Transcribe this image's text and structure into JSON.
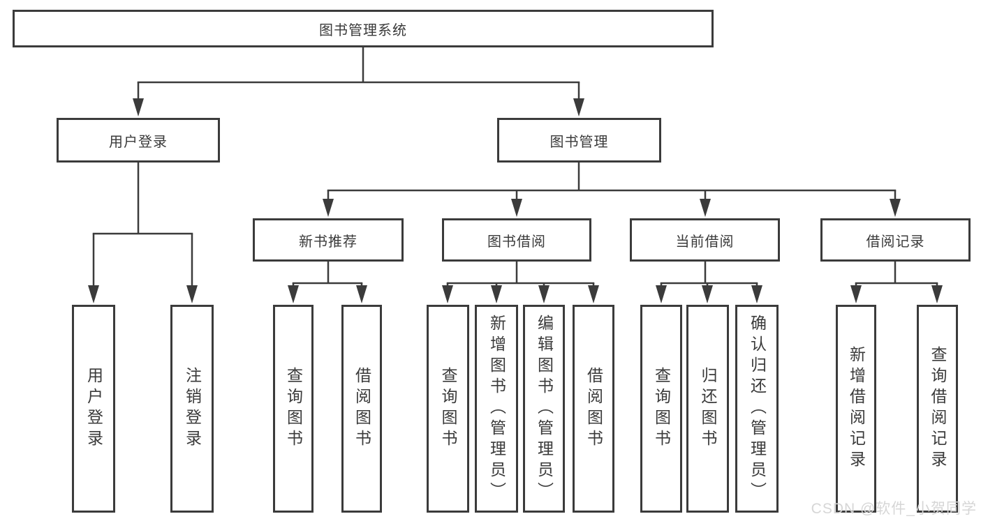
{
  "colors": {
    "line": "#3b3b3b",
    "box_border": "#3b3b3b",
    "box_fill": "#ffffff",
    "text": "#3a3a3a",
    "background": "#ffffff",
    "watermark": "#d6d6d6"
  },
  "nodes": {
    "root": {
      "label": "图书管理系统"
    },
    "user_login": {
      "label": "用户登录",
      "children": [
        {
          "label": "用户登录"
        },
        {
          "label": "注销登录"
        }
      ]
    },
    "book_management": {
      "label": "图书管理"
    },
    "new_book_recommend": {
      "label": "新书推荐",
      "children": [
        {
          "label": "查询图书"
        },
        {
          "label": "借阅图书"
        }
      ]
    },
    "book_borrow": {
      "label": "图书借阅",
      "children": [
        {
          "label": "查询图书"
        },
        {
          "label": "新增图书（管理员）"
        },
        {
          "label": "编辑图书（管理员）"
        },
        {
          "label": "借阅图书"
        }
      ]
    },
    "current_borrow": {
      "label": "当前借阅",
      "children": [
        {
          "label": "查询图书"
        },
        {
          "label": "归还图书"
        },
        {
          "label": "确认归还（管理员）"
        }
      ]
    },
    "borrow_records": {
      "label": "借阅记录",
      "children": [
        {
          "label": "新增借阅记录"
        },
        {
          "label": "查询借阅记录"
        }
      ]
    }
  },
  "watermark": {
    "text": "CSDN @软件_小贺同学"
  }
}
